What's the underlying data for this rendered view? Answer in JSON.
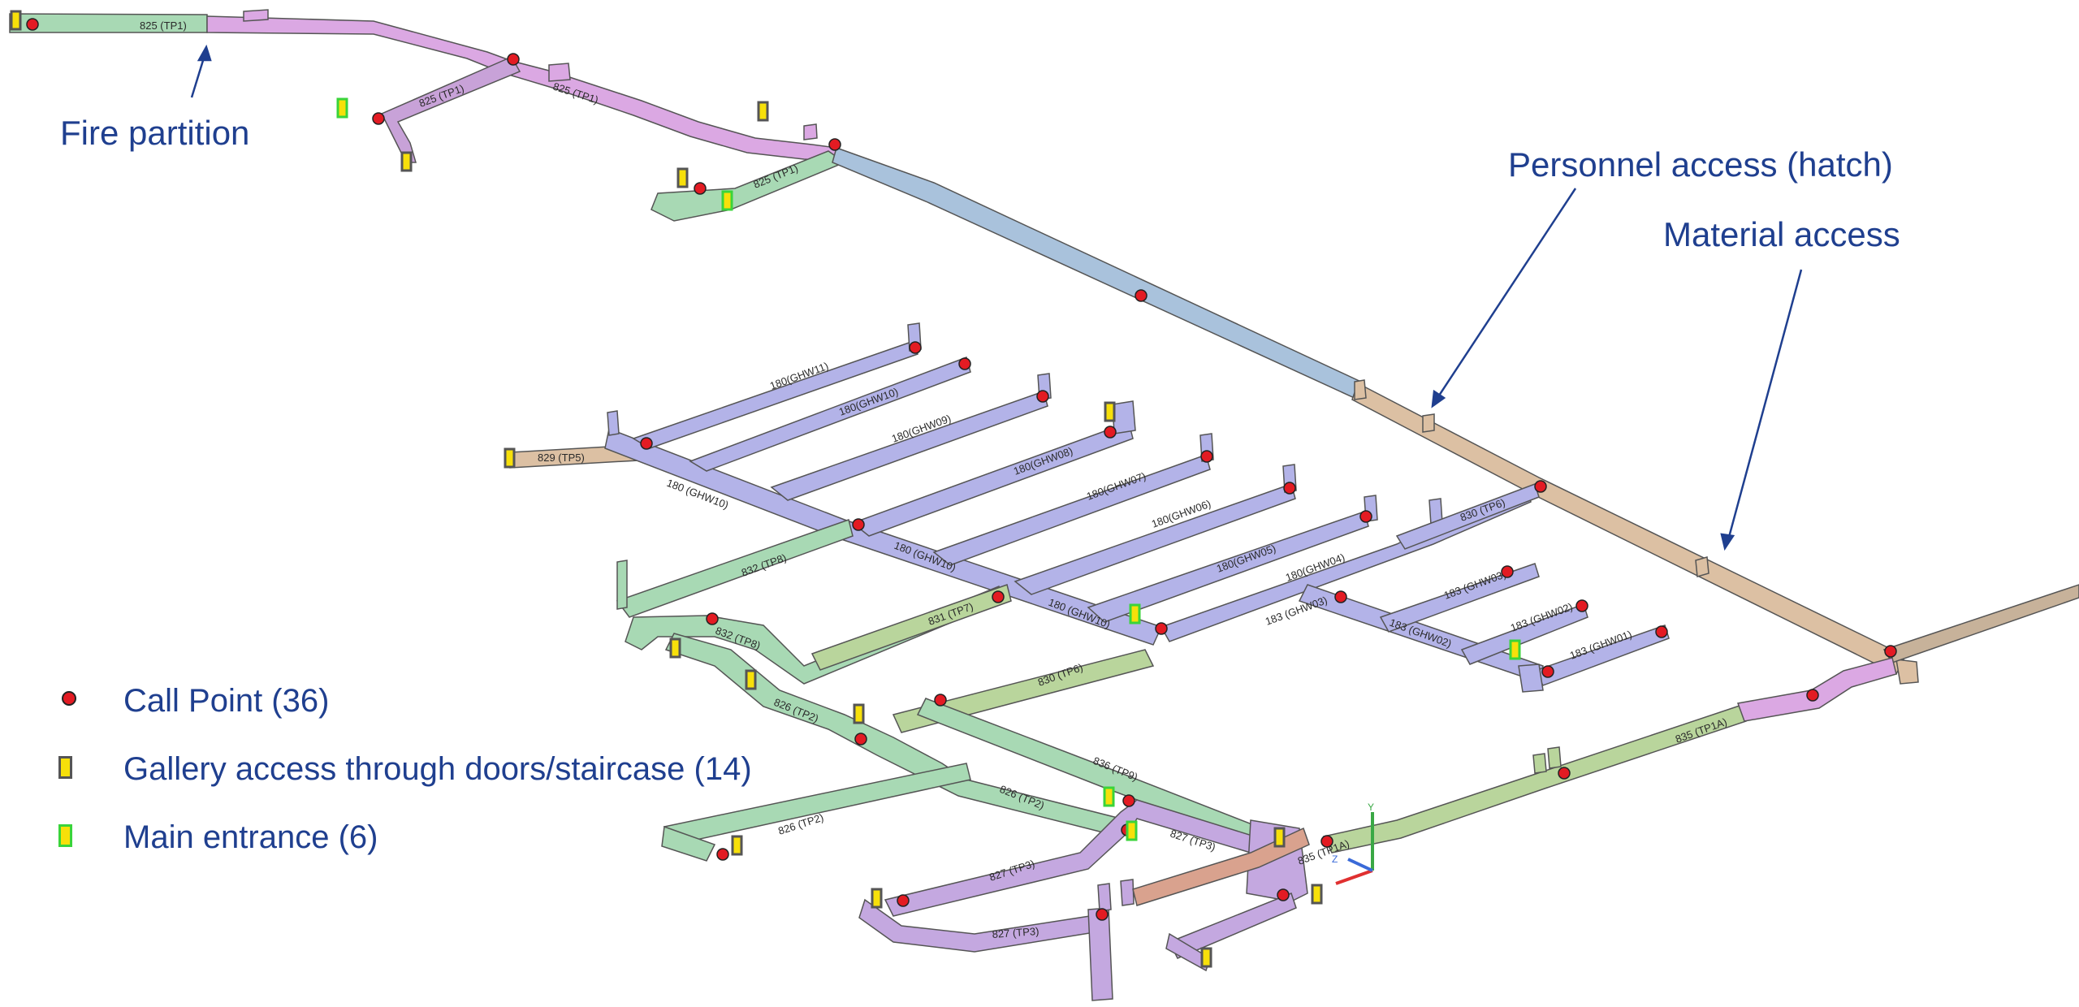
{
  "callouts": {
    "fire_partition": "Fire partition",
    "personnel_access": "Personnel access (hatch)",
    "material_access": "Material access"
  },
  "legend": {
    "call_point": {
      "label": "Call Point (36)",
      "color": "#e31b23"
    },
    "gallery_access": {
      "label": "Gallery access through doors/staircase (14)",
      "color": "#f7e00a"
    },
    "main_entrance": {
      "label": "Main entrance (6)",
      "color": "#f7e00a",
      "border_color": "#3ad43a"
    }
  },
  "tunnel_labels": {
    "t825a": "825 (TP1)",
    "t825b": "825 (TP1)",
    "t825c": "825 (TP1)",
    "t825d": "825 (TP1)",
    "t829": "829 (TP5)",
    "t832": "832 (TP8)",
    "t832b": "832 (TP8)",
    "t831": "831 (TP7)",
    "t830": "830 (TP6)",
    "t830b": "830 (TP6)",
    "t826a": "826 (TP2)",
    "t826b": "826 (TP2)",
    "t826c": "826 (TP2)",
    "t827a": "827 (TP3)",
    "t827b": "827 (TP3)",
    "t827c": "827 (TP3)",
    "t835": "835 (TP1A)",
    "t835b": "835 (TP1A)",
    "t836": "836 (TP9)",
    "g11": "180(GHW11)",
    "g10": "180(GHW10)",
    "g09": "180(GHW09)",
    "g08": "180(GHW08)",
    "g07": "180(GHW07)",
    "g06": "180(GHW06)",
    "g05": "180(GHW05)",
    "g04": "180(GHW04)",
    "g03": "183 (GHW03)",
    "g02": "183 (GHW02)",
    "g01": "183 (GHW01)",
    "gm1": "180 (GHW10)",
    "gm2": "180 (GHW10)",
    "gm3": "180 (GHW10)",
    "gm4": "183 (GHW03)",
    "gm5": "183 (GHW02)"
  },
  "colors": {
    "pink": "#dba8e3",
    "green": "#a8d9b4",
    "blue": "#a9c2dc",
    "tan": "#dcc0a3",
    "lavender": "#b3b3e8",
    "olive": "#b9d59c",
    "purple": "#c4a8e0",
    "brown": "#d9a28e",
    "text_blue": "#1f3f8f"
  }
}
